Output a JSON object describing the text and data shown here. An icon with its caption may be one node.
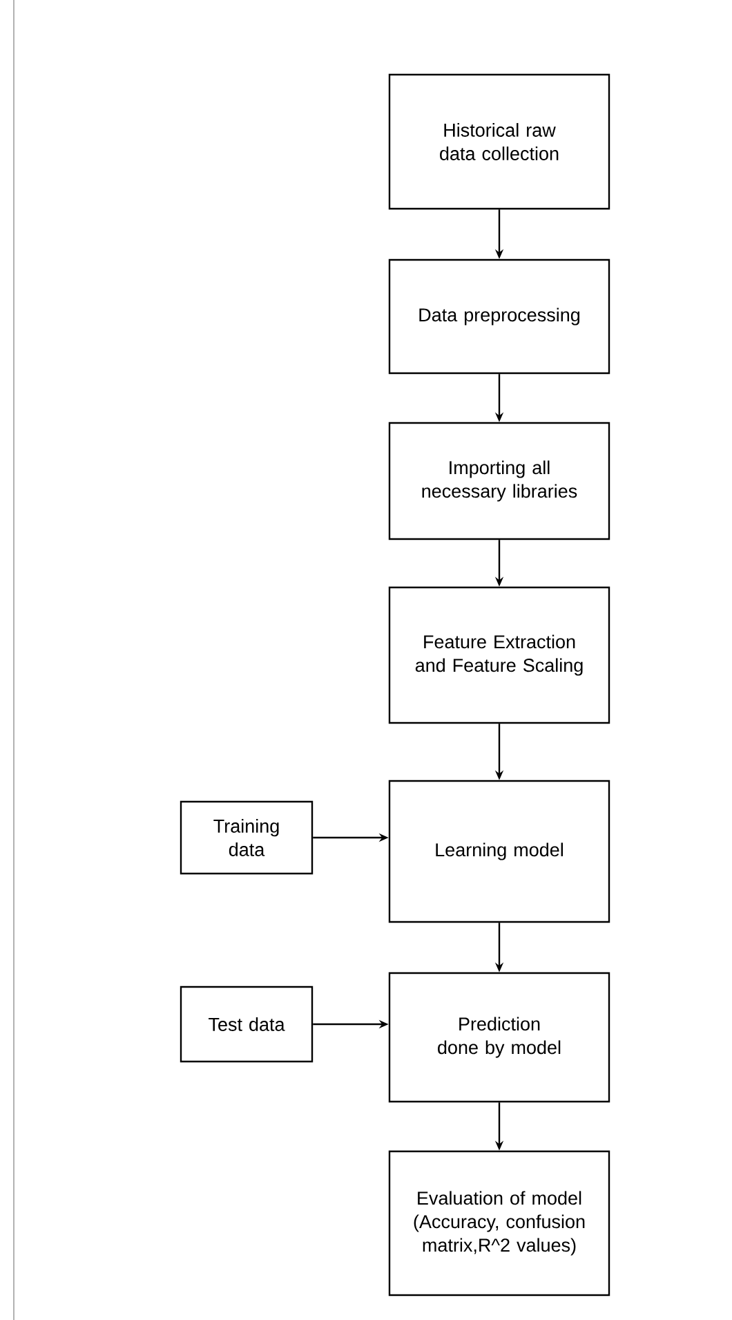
{
  "diagram": {
    "nodes": [
      {
        "text": [
          "Historical raw data collection"
        ]
      },
      {
        "text": [
          "Data preprocessing"
        ]
      },
      {
        "text": [
          "Importing all necessary libraries"
        ]
      },
      {
        "text": [
          "Feature Extraction and Feature Scaling"
        ]
      },
      {
        "text": [
          "Training data"
        ]
      },
      {
        "text": [
          "Learning model"
        ]
      },
      {
        "text": [
          "Test data"
        ]
      },
      {
        "text": [
          "Prediction done by model"
        ]
      },
      {
        "text": [
          "Evaluation of model (Accuracy, confusion matrix,R^2 values)"
        ]
      }
    ],
    "edges": [
      {
        "from": 0,
        "to": 1,
        "arrow": "to"
      },
      {
        "from": 1,
        "to": 2,
        "arrow": "to"
      },
      {
        "from": 2,
        "to": 3,
        "arrow": "to"
      },
      {
        "from": 3,
        "to": 5,
        "arrow": "to"
      },
      {
        "from": 4,
        "to": 5,
        "arrow": "to"
      },
      {
        "from": 5,
        "to": 7,
        "arrow": "to"
      },
      {
        "from": 6,
        "to": 7,
        "arrow": "to"
      },
      {
        "from": 7,
        "to": 8,
        "arrow": "to"
      }
    ]
  }
}
